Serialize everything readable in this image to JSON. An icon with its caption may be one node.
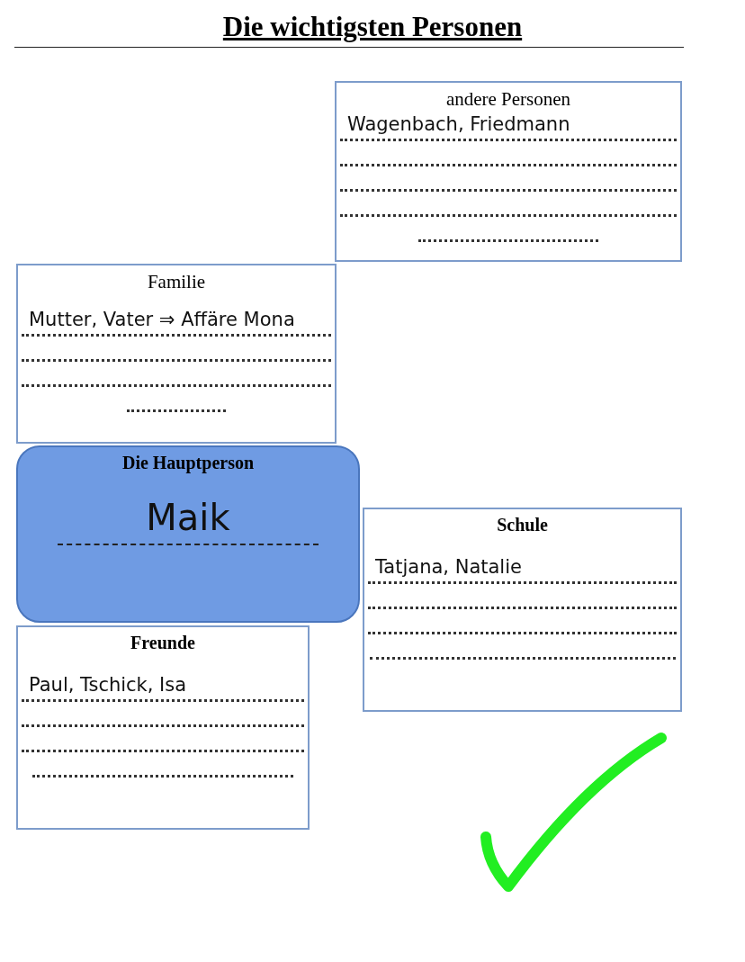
{
  "diagram": {
    "title": "Die wichtigsten Personen",
    "nodes": [
      {
        "text": [
          "andere Personen",
          "Wagenbach, Friedmann"
        ]
      },
      {
        "text": [
          "Familie",
          "Mutter, Vater ⇒ Affäre Mona"
        ]
      },
      {
        "text": [
          "Die Hauptperson",
          "Maik"
        ]
      },
      {
        "text": [
          "Schule",
          "Tatjana, Natalie"
        ]
      },
      {
        "text": [
          "Freunde",
          "Paul, Tschick, Isa"
        ]
      }
    ]
  }
}
